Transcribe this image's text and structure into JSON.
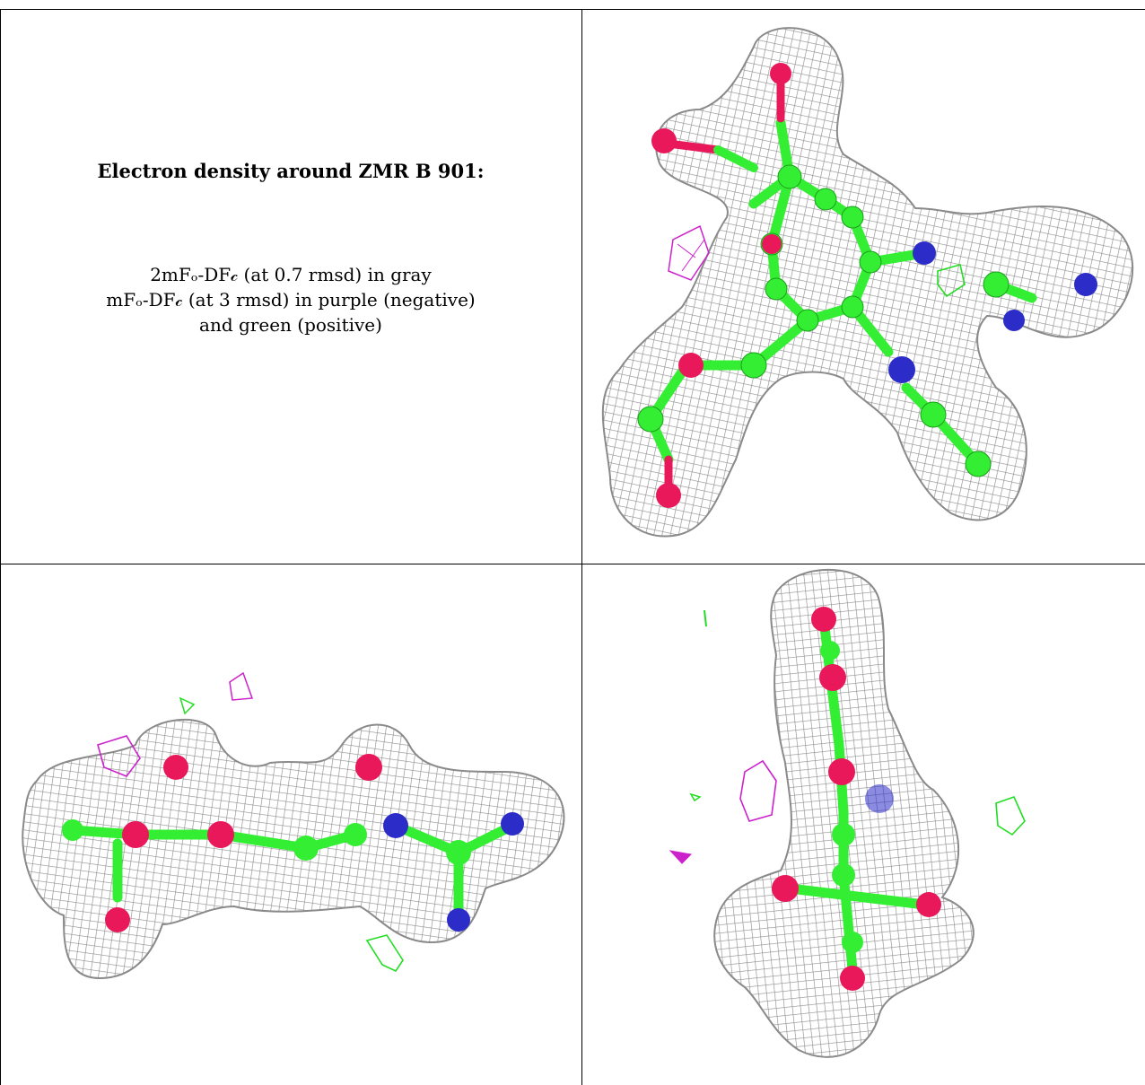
{
  "title": "Electron density around ZMR B 901:",
  "legend": {
    "line1": "2mFₒ-DF𝒸 (at 0.7 rmsd) in gray",
    "line2": "mFₒ-DF𝒸 (at 3 rmsd) in purple (negative)",
    "line3": "and green (positive)"
  },
  "colors": {
    "mesh": "#9a9a9a",
    "carbon": "#33ee33",
    "oxygen": "#e8185a",
    "nitrogen": "#2c2cc8",
    "negative": "#cc22cc",
    "positive": "#22dd22"
  },
  "panels": [
    {
      "view": "top view",
      "molecule": "ZMR"
    },
    {
      "view": "side view",
      "molecule": "ZMR"
    },
    {
      "view": "end-on view",
      "molecule": "ZMR"
    }
  ]
}
